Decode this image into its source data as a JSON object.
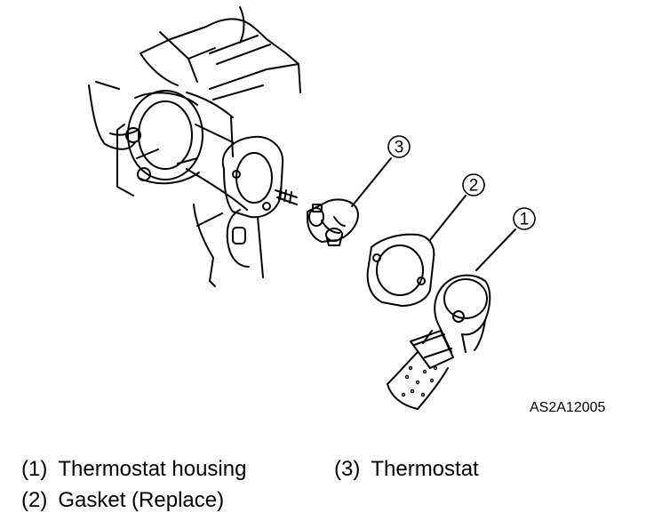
{
  "diagram": {
    "figure_id": "AS2A12005",
    "callouts": [
      {
        "number": "1",
        "part": "thermostat-housing"
      },
      {
        "number": "2",
        "part": "gasket"
      },
      {
        "number": "3",
        "part": "thermostat"
      }
    ]
  },
  "legend": [
    {
      "num": "(1)",
      "label": "Thermostat housing"
    },
    {
      "num": "(2)",
      "label": "Gasket (Replace)"
    },
    {
      "num": "(3)",
      "label": "Thermostat"
    }
  ]
}
